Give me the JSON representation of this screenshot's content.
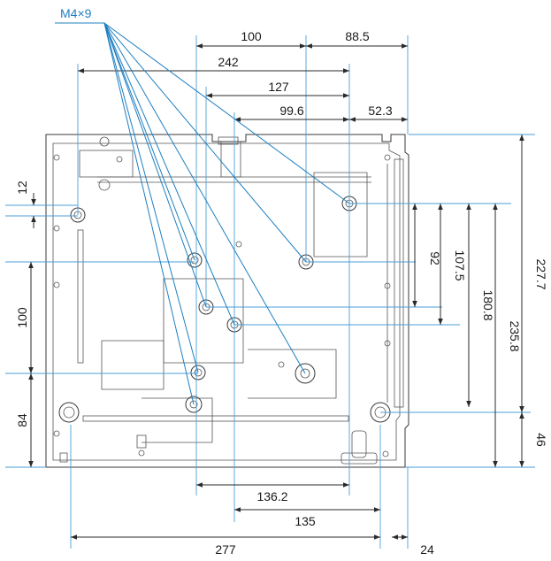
{
  "callout": {
    "label": "M4×9"
  },
  "dimensions": {
    "top_100": "100",
    "top_88_5": "88.5",
    "top_242": "242",
    "top_127": "127",
    "top_99_6": "99.6",
    "top_52_3": "52.3",
    "left_12": "12",
    "left_100": "100",
    "left_84": "84",
    "right_92": "92",
    "right_107_5": "107.5",
    "right_180_8": "180.8",
    "right_235_8": "235.8",
    "right_227_7": "227.7",
    "right_46": "46",
    "bottom_136_2": "136.2",
    "bottom_135": "135",
    "bottom_277": "277",
    "bottom_24": "24"
  },
  "colors": {
    "callout": "#1e7fc1",
    "extension": "#4a9fd8",
    "line": "#2a2a2a"
  }
}
